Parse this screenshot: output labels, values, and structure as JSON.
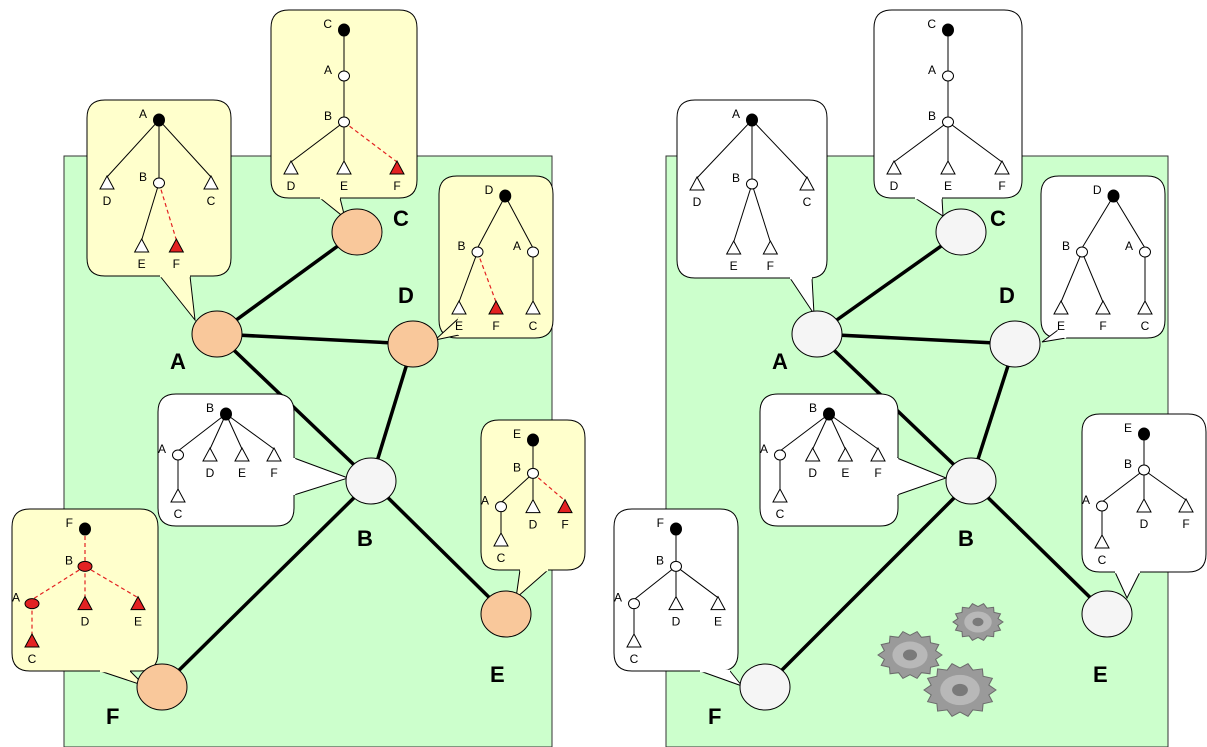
{
  "colors": {
    "panel_fill": "#ccffcc",
    "callout_highlight": "#ffffcc",
    "callout_plain": "#ffffff",
    "node_highlight": "#f9c89b",
    "node_plain": "#f5f5f5",
    "marked": "#e32222",
    "root": "#000000"
  },
  "icons": {
    "processing": "gears-icon"
  },
  "panels": [
    {
      "id": "left",
      "nodes": {
        "A": {
          "label": "A",
          "highlight": true
        },
        "B": {
          "label": "B",
          "highlight": false
        },
        "C": {
          "label": "C",
          "highlight": true
        },
        "D": {
          "label": "D",
          "highlight": true
        },
        "E": {
          "label": "E",
          "highlight": true
        },
        "F": {
          "label": "F",
          "highlight": true
        }
      },
      "edges": [
        [
          "A",
          "C"
        ],
        [
          "A",
          "D"
        ],
        [
          "A",
          "B"
        ],
        [
          "D",
          "B"
        ],
        [
          "B",
          "F"
        ],
        [
          "B",
          "E"
        ]
      ],
      "trees": {
        "A": {
          "highlight": true,
          "root": "A",
          "children": [
            {
              "label": "D"
            },
            {
              "label": "B",
              "children": [
                {
                  "label": "E"
                },
                {
                  "label": "F",
                  "marked": true
                }
              ]
            },
            {
              "label": "C"
            }
          ]
        },
        "C": {
          "highlight": true,
          "root": "C",
          "children": [
            {
              "label": "A",
              "children": [
                {
                  "label": "B",
                  "children": [
                    {
                      "label": "D"
                    },
                    {
                      "label": "E"
                    },
                    {
                      "label": "F",
                      "marked": true
                    }
                  ]
                }
              ]
            }
          ]
        },
        "D": {
          "highlight": true,
          "root": "D",
          "children": [
            {
              "label": "B",
              "children": [
                {
                  "label": "E"
                },
                {
                  "label": "F",
                  "marked": true
                }
              ]
            },
            {
              "label": "A",
              "children": [
                {
                  "label": "C"
                }
              ]
            }
          ]
        },
        "B": {
          "highlight": false,
          "root": "B",
          "children": [
            {
              "label": "A",
              "children": [
                {
                  "label": "C"
                }
              ]
            },
            {
              "label": "D"
            },
            {
              "label": "E"
            },
            {
              "label": "F"
            }
          ]
        },
        "E": {
          "highlight": true,
          "root": "E",
          "children": [
            {
              "label": "B",
              "children": [
                {
                  "label": "A",
                  "children": [
                    {
                      "label": "C"
                    }
                  ]
                },
                {
                  "label": "D"
                },
                {
                  "label": "F",
                  "marked": true
                }
              ]
            }
          ]
        },
        "F": {
          "highlight": true,
          "root": "F",
          "children": [
            {
              "label": "B",
              "marked": true,
              "children": [
                {
                  "label": "A",
                  "marked": true,
                  "children": [
                    {
                      "label": "C",
                      "marked": true
                    }
                  ]
                },
                {
                  "label": "D",
                  "marked": true
                },
                {
                  "label": "E",
                  "marked": true
                }
              ]
            }
          ]
        }
      }
    },
    {
      "id": "right",
      "nodes": {
        "A": {
          "label": "A",
          "highlight": false
        },
        "B": {
          "label": "B",
          "highlight": false
        },
        "C": {
          "label": "C",
          "highlight": false
        },
        "D": {
          "label": "D",
          "highlight": false
        },
        "E": {
          "label": "E",
          "highlight": false
        },
        "F": {
          "label": "F",
          "highlight": false
        }
      },
      "edges": [
        [
          "A",
          "C"
        ],
        [
          "A",
          "D"
        ],
        [
          "A",
          "B"
        ],
        [
          "D",
          "B"
        ],
        [
          "B",
          "F"
        ],
        [
          "B",
          "E"
        ]
      ],
      "trees": {
        "A": {
          "highlight": false,
          "root": "A",
          "children": [
            {
              "label": "D"
            },
            {
              "label": "B",
              "children": [
                {
                  "label": "E"
                },
                {
                  "label": "F"
                }
              ]
            },
            {
              "label": "C"
            }
          ]
        },
        "C": {
          "highlight": false,
          "root": "C",
          "children": [
            {
              "label": "A",
              "children": [
                {
                  "label": "B",
                  "children": [
                    {
                      "label": "D"
                    },
                    {
                      "label": "E"
                    },
                    {
                      "label": "F"
                    }
                  ]
                }
              ]
            }
          ]
        },
        "D": {
          "highlight": false,
          "root": "D",
          "children": [
            {
              "label": "B",
              "children": [
                {
                  "label": "E"
                },
                {
                  "label": "F"
                }
              ]
            },
            {
              "label": "A",
              "children": [
                {
                  "label": "C"
                }
              ]
            }
          ]
        },
        "B": {
          "highlight": false,
          "root": "B",
          "children": [
            {
              "label": "A",
              "children": [
                {
                  "label": "C"
                }
              ]
            },
            {
              "label": "D"
            },
            {
              "label": "E"
            },
            {
              "label": "F"
            }
          ]
        },
        "E": {
          "highlight": false,
          "root": "E",
          "children": [
            {
              "label": "B",
              "children": [
                {
                  "label": "A",
                  "children": [
                    {
                      "label": "C"
                    }
                  ]
                },
                {
                  "label": "D"
                },
                {
                  "label": "F"
                }
              ]
            }
          ]
        },
        "F": {
          "highlight": false,
          "root": "F",
          "children": [
            {
              "label": "B",
              "children": [
                {
                  "label": "A",
                  "children": [
                    {
                      "label": "C"
                    }
                  ]
                },
                {
                  "label": "D"
                },
                {
                  "label": "E"
                }
              ]
            }
          ]
        }
      }
    }
  ]
}
